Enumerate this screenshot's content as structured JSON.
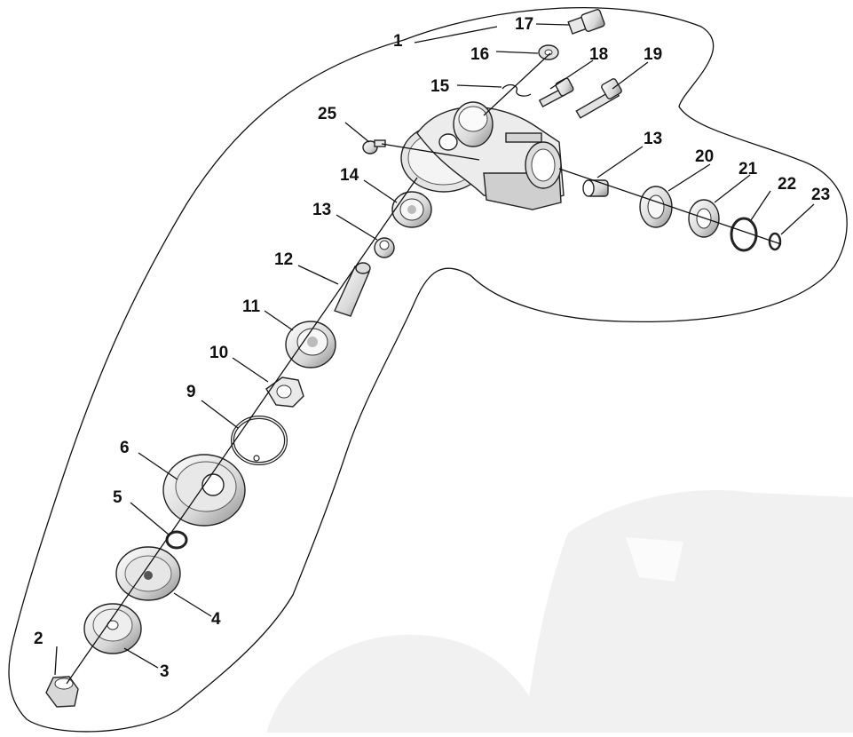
{
  "diagram": {
    "colors": {
      "outline": "#111111",
      "part_fill": "#f2f2f2",
      "part_shade": "#b9b9b9",
      "watermark": "#f1f1f1",
      "background": "#ffffff"
    },
    "watermark_icon": "beaver-logo",
    "callouts": {
      "c1": "1",
      "c2": "2",
      "c3": "3",
      "c4": "4",
      "c5": "5",
      "c6": "6",
      "c9": "9",
      "c10": "10",
      "c11": "11",
      "c12": "12",
      "c13a": "13",
      "c13b": "13",
      "c14": "14",
      "c15": "15",
      "c16": "16",
      "c17": "17",
      "c18": "18",
      "c19": "19",
      "c20": "20",
      "c21": "21",
      "c22": "22",
      "c23": "23",
      "c25": "25"
    }
  }
}
